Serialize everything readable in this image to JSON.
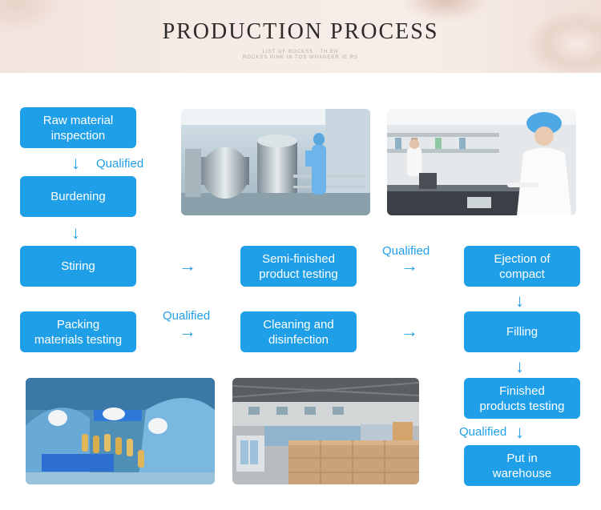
{
  "header": {
    "title": "PRODUCTION PROCESS",
    "subtitle_line1": "LIST OF ROCKSS · TH EN",
    "subtitle_line2": "ROCKSS PINK IN TOS WHANEER IE RS"
  },
  "steps": {
    "raw_material": "Raw material\ninspection",
    "burdening": "Burdening",
    "stiring": "Stiring",
    "semi_finished": "Semi-finished\nproduct testing",
    "ejection": "Ejection of\ncompact",
    "packing_materials": "Packing\nmaterials testing",
    "cleaning": "Cleaning and\ndisinfection",
    "filling": "Filling",
    "finished_products": "Finished\nproducts testing",
    "warehouse": "Put in\nwarehouse"
  },
  "labels": {
    "qualified": "Qualified"
  },
  "icons": {
    "down": "down-arrow-icon",
    "right": "right-arrow-icon"
  },
  "colors": {
    "accent": "#1f9fe7",
    "banner": "#f4e8e2"
  }
}
